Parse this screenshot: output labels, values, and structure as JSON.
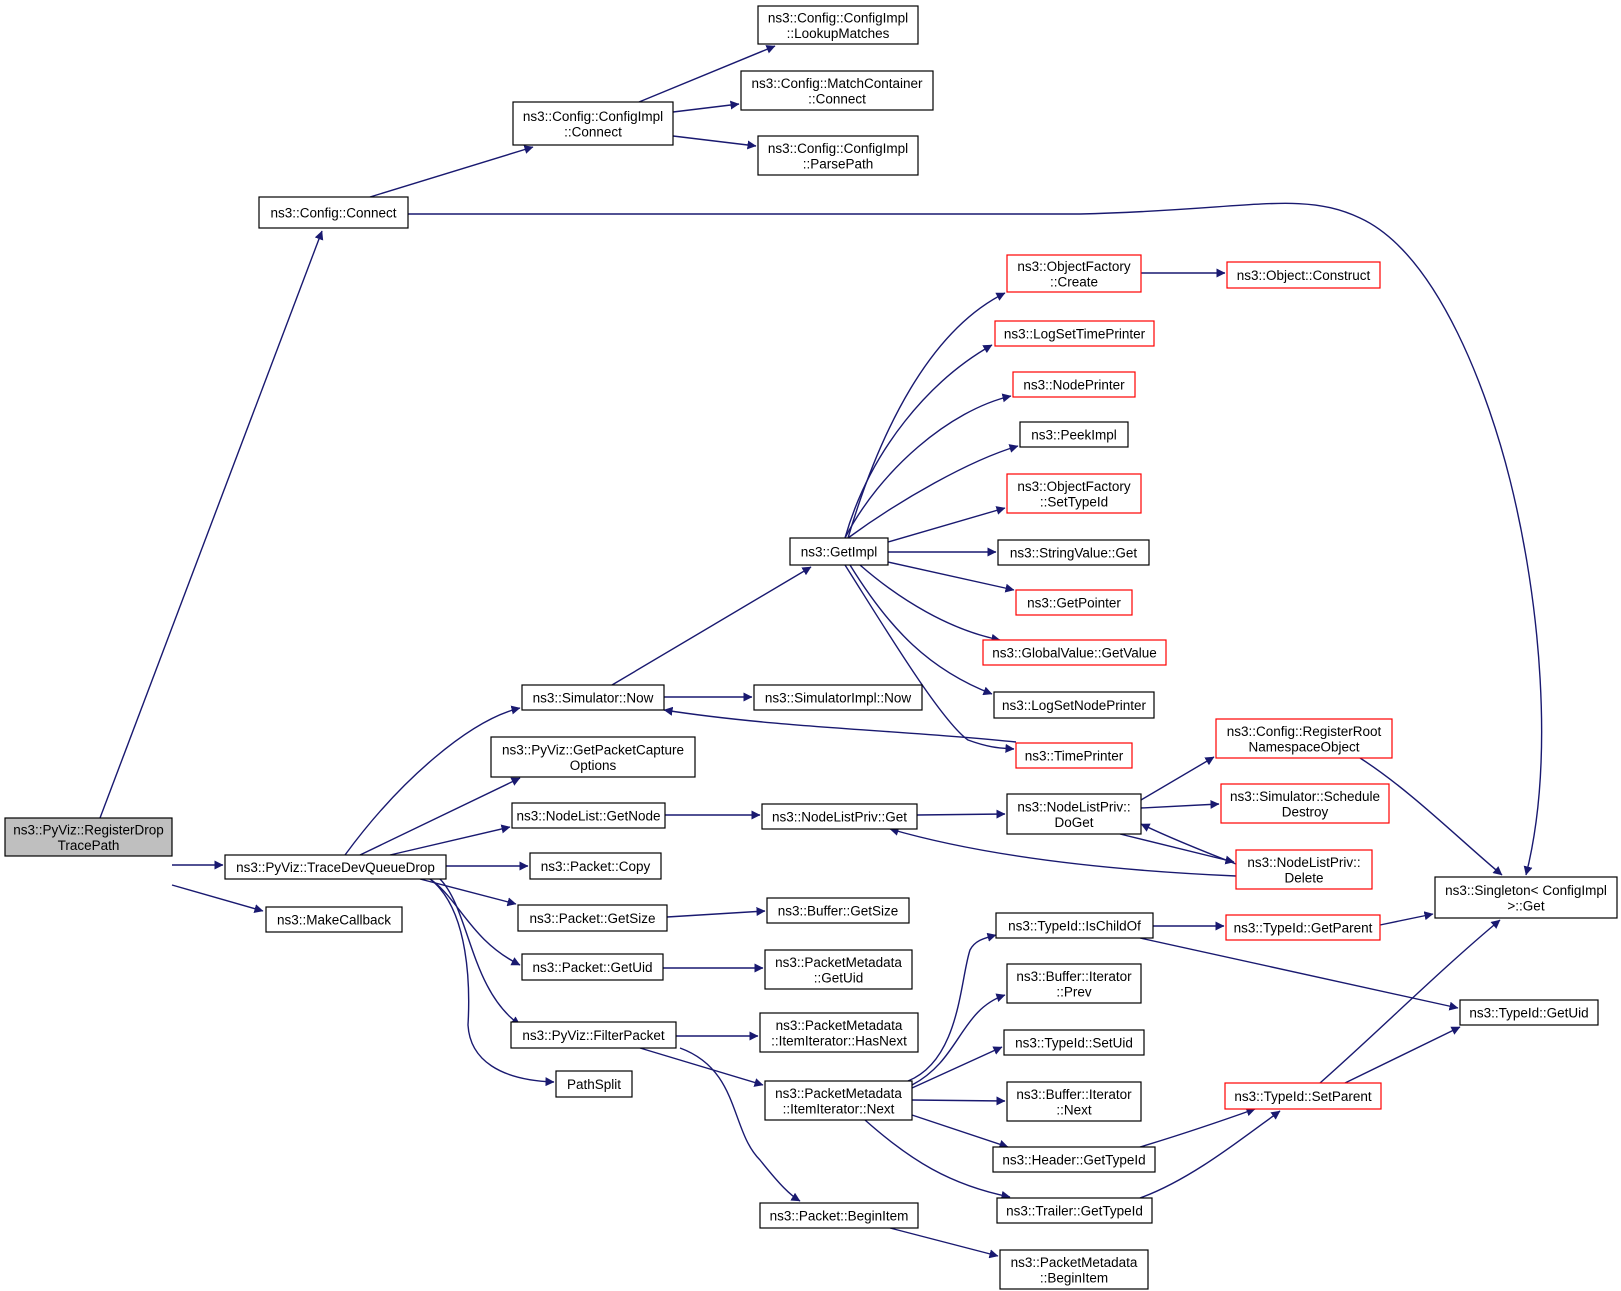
{
  "nodes": {
    "root": {
      "lines": [
        "ns3::PyViz::RegisterDrop",
        "TracePath"
      ],
      "root": true
    },
    "config_connect": {
      "lines": [
        "ns3::Config::Connect"
      ]
    },
    "configimpl_connect": {
      "lines": [
        "ns3::Config::ConfigImpl",
        "::Connect"
      ]
    },
    "lookupmatches": {
      "lines": [
        "ns3::Config::ConfigImpl",
        "::LookupMatches"
      ]
    },
    "matchcontainer_connect": {
      "lines": [
        "ns3::Config::MatchContainer",
        "::Connect"
      ]
    },
    "parsepath": {
      "lines": [
        "ns3::Config::ConfigImpl",
        "::ParsePath"
      ]
    },
    "singleton_get": {
      "lines": [
        "ns3::Singleton< ConfigImpl",
        " >::Get"
      ]
    },
    "tracedevqueuedrop": {
      "lines": [
        "ns3::PyViz::TraceDevQueueDrop"
      ]
    },
    "makecallback": {
      "lines": [
        "ns3::MakeCallback"
      ]
    },
    "simulator_now": {
      "lines": [
        "ns3::Simulator::Now"
      ]
    },
    "getpacketcaptureoptions": {
      "lines": [
        "ns3::PyViz::GetPacketCapture",
        "Options"
      ]
    },
    "nodelist_getnode": {
      "lines": [
        "ns3::NodeList::GetNode"
      ]
    },
    "packet_copy": {
      "lines": [
        "ns3::Packet::Copy"
      ]
    },
    "packet_getsize": {
      "lines": [
        "ns3::Packet::GetSize"
      ]
    },
    "packet_getuid": {
      "lines": [
        "ns3::Packet::GetUid"
      ]
    },
    "filterpacket": {
      "lines": [
        "ns3::PyViz::FilterPacket"
      ]
    },
    "pathsplit": {
      "lines": [
        "PathSplit"
      ]
    },
    "getimpl": {
      "lines": [
        "ns3::GetImpl"
      ]
    },
    "simulatorimpl_now": {
      "lines": [
        "ns3::SimulatorImpl::Now"
      ]
    },
    "objectfactory_create": {
      "lines": [
        "ns3::ObjectFactory",
        "::Create"
      ],
      "truncated": true
    },
    "object_construct": {
      "lines": [
        "ns3::Object::Construct"
      ],
      "truncated": true
    },
    "logsettimeprinter": {
      "lines": [
        "ns3::LogSetTimePrinter"
      ],
      "truncated": true
    },
    "nodeprinter": {
      "lines": [
        "ns3::NodePrinter"
      ],
      "truncated": true
    },
    "peekimpl": {
      "lines": [
        "ns3::PeekImpl"
      ]
    },
    "objectfactory_settypeid": {
      "lines": [
        "ns3::ObjectFactory",
        "::SetTypeId"
      ],
      "truncated": true
    },
    "stringvalue_get": {
      "lines": [
        "ns3::StringValue::Get"
      ]
    },
    "getpointer": {
      "lines": [
        "ns3::GetPointer"
      ],
      "truncated": true
    },
    "globalvalue_getvalue": {
      "lines": [
        "ns3::GlobalValue::GetValue"
      ],
      "truncated": true
    },
    "logsetnodeprinter": {
      "lines": [
        "ns3::LogSetNodePrinter"
      ]
    },
    "timeprinter": {
      "lines": [
        "ns3::TimePrinter"
      ],
      "truncated": true
    },
    "nodelistpriv_get": {
      "lines": [
        "ns3::NodeListPriv::Get"
      ]
    },
    "nodelistpriv_doget": {
      "lines": [
        "ns3::NodeListPriv::",
        "DoGet"
      ]
    },
    "registerrootnamespaceobject": {
      "lines": [
        "ns3::Config::RegisterRoot",
        "NamespaceObject"
      ],
      "truncated": true
    },
    "simulator_scheduledestroy": {
      "lines": [
        "ns3::Simulator::Schedule",
        "Destroy"
      ],
      "truncated": true
    },
    "nodelistpriv_delete": {
      "lines": [
        "ns3::NodeListPriv::",
        "Delete"
      ],
      "truncated": true
    },
    "buffer_getsize": {
      "lines": [
        "ns3::Buffer::GetSize"
      ]
    },
    "packetmetadata_getuid": {
      "lines": [
        "ns3::PacketMetadata",
        "::GetUid"
      ]
    },
    "itemiterator_hasnext": {
      "lines": [
        "ns3::PacketMetadata",
        "::ItemIterator::HasNext"
      ]
    },
    "itemiterator_next": {
      "lines": [
        "ns3::PacketMetadata",
        "::ItemIterator::Next"
      ]
    },
    "packet_beginitem": {
      "lines": [
        "ns3::Packet::BeginItem"
      ]
    },
    "packetmetadata_beginitem": {
      "lines": [
        "ns3::PacketMetadata",
        "::BeginItem"
      ]
    },
    "typeid_ischildof": {
      "lines": [
        "ns3::TypeId::IsChildOf"
      ]
    },
    "bufferiterator_prev": {
      "lines": [
        "ns3::Buffer::Iterator",
        "::Prev"
      ]
    },
    "typeid_setuid": {
      "lines": [
        "ns3::TypeId::SetUid"
      ]
    },
    "bufferiterator_next": {
      "lines": [
        "ns3::Buffer::Iterator",
        "::Next"
      ]
    },
    "header_gettypeid": {
      "lines": [
        "ns3::Header::GetTypeId"
      ]
    },
    "trailer_gettypeid": {
      "lines": [
        "ns3::Trailer::GetTypeId"
      ]
    },
    "typeid_getparent": {
      "lines": [
        "ns3::TypeId::GetParent"
      ],
      "truncated": true
    },
    "typeid_getuid": {
      "lines": [
        "ns3::TypeId::GetUid"
      ]
    },
    "typeid_setparent": {
      "lines": [
        "ns3::TypeId::SetParent"
      ],
      "truncated": true
    }
  },
  "colors": {
    "edge": "#191970",
    "truncated_border": "#ff0000",
    "normal_border": "#000000",
    "root_fill": "#bfbfbf"
  }
}
